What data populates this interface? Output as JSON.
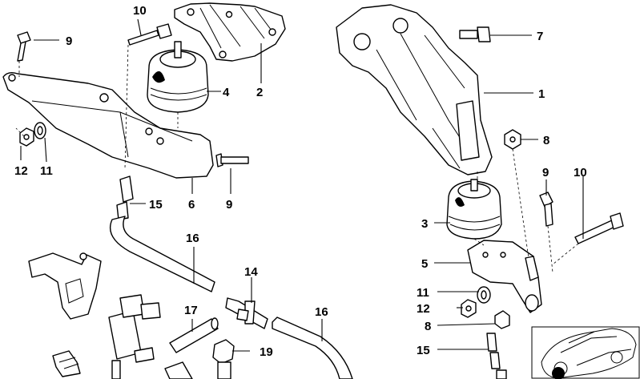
{
  "labels": {
    "l10a": "10",
    "l9a": "9",
    "l4": "4",
    "l2": "2",
    "l12a": "12",
    "l11a": "11",
    "l6": "6",
    "l9b": "9",
    "l15a": "15",
    "l16a": "16",
    "l14": "14",
    "l17": "17",
    "l19": "19",
    "l16b": "16",
    "l7": "7",
    "l1": "1",
    "l8a": "8",
    "l9c": "9",
    "l10b": "10",
    "l3": "3",
    "l5": "5",
    "l11b": "11",
    "l12b": "12",
    "l8b": "8",
    "l15b": "15"
  },
  "thumbnail": {
    "icon": "car-location-icon",
    "marker_color": "#000000"
  }
}
